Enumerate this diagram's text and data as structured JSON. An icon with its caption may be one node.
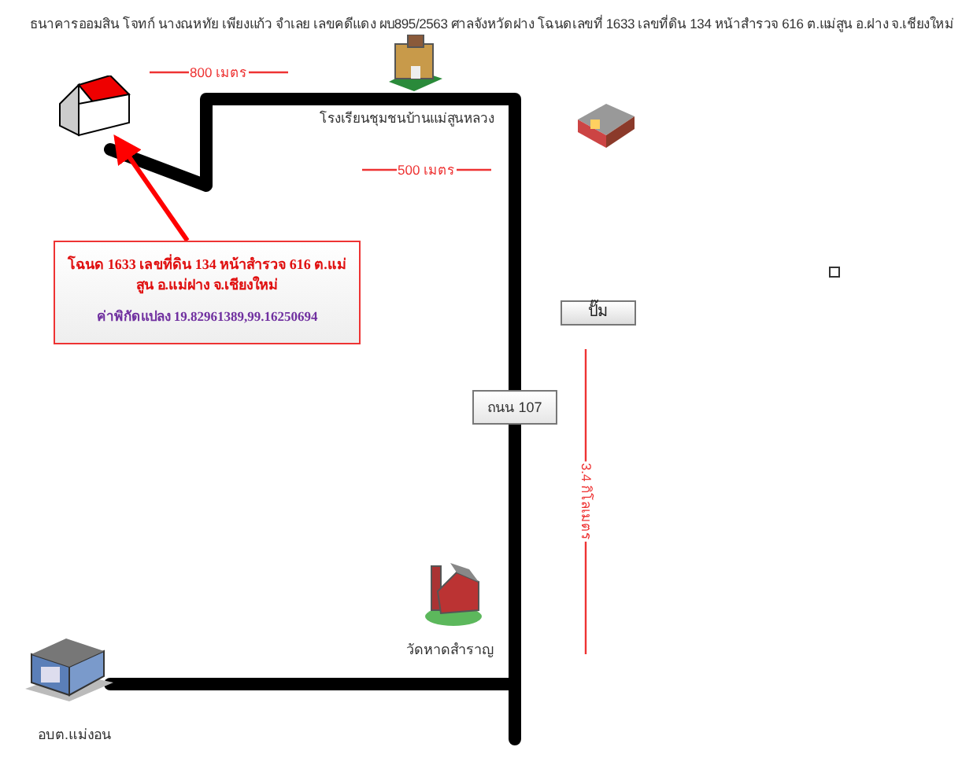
{
  "diagram": {
    "title": "ธนาคารออมสิน โจทก์ นางณหทัย เพียงแก้ว จำเลย เลขคดีแดง ผบ895/2563 ศาลจังหวัดฝาง โฉนดเลขที่ 1633 เลขที่ดิน 134 หน้าสำรวจ 616 ต.แม่สูน อ.ฝาง จ.เชียงใหม่",
    "nodes": [
      {
        "text": [],
        "shape": "picture"
      },
      {
        "text": [
          "โฉนด 1633 เลขที่ดิน 134 หน้าสำรวจ 616 ต.แม่สูน อ.แม่ฝาง จ.เชียงใหม่",
          "ค่าพิกัดแปลง 19.82961389,99.16250694"
        ]
      },
      {
        "text": [
          "โรงเรียนชุมชนบ้านแม่สูนหลวง"
        ]
      },
      {
        "text": [],
        "shape": "picture"
      },
      {
        "text": [
          "ปั๊ม"
        ]
      },
      {
        "text": [
          "ถนน 107"
        ]
      },
      {
        "text": [
          "วัดหาดสำราญ"
        ]
      },
      {
        "text": [
          "อบต.แม่งอน"
        ]
      }
    ],
    "edges": [
      {
        "from": 1,
        "to": 0,
        "arrow": "to"
      }
    ],
    "labels": [
      "800 เมตร",
      "500 เมตร",
      "3.4 กิโลเมตร"
    ]
  }
}
